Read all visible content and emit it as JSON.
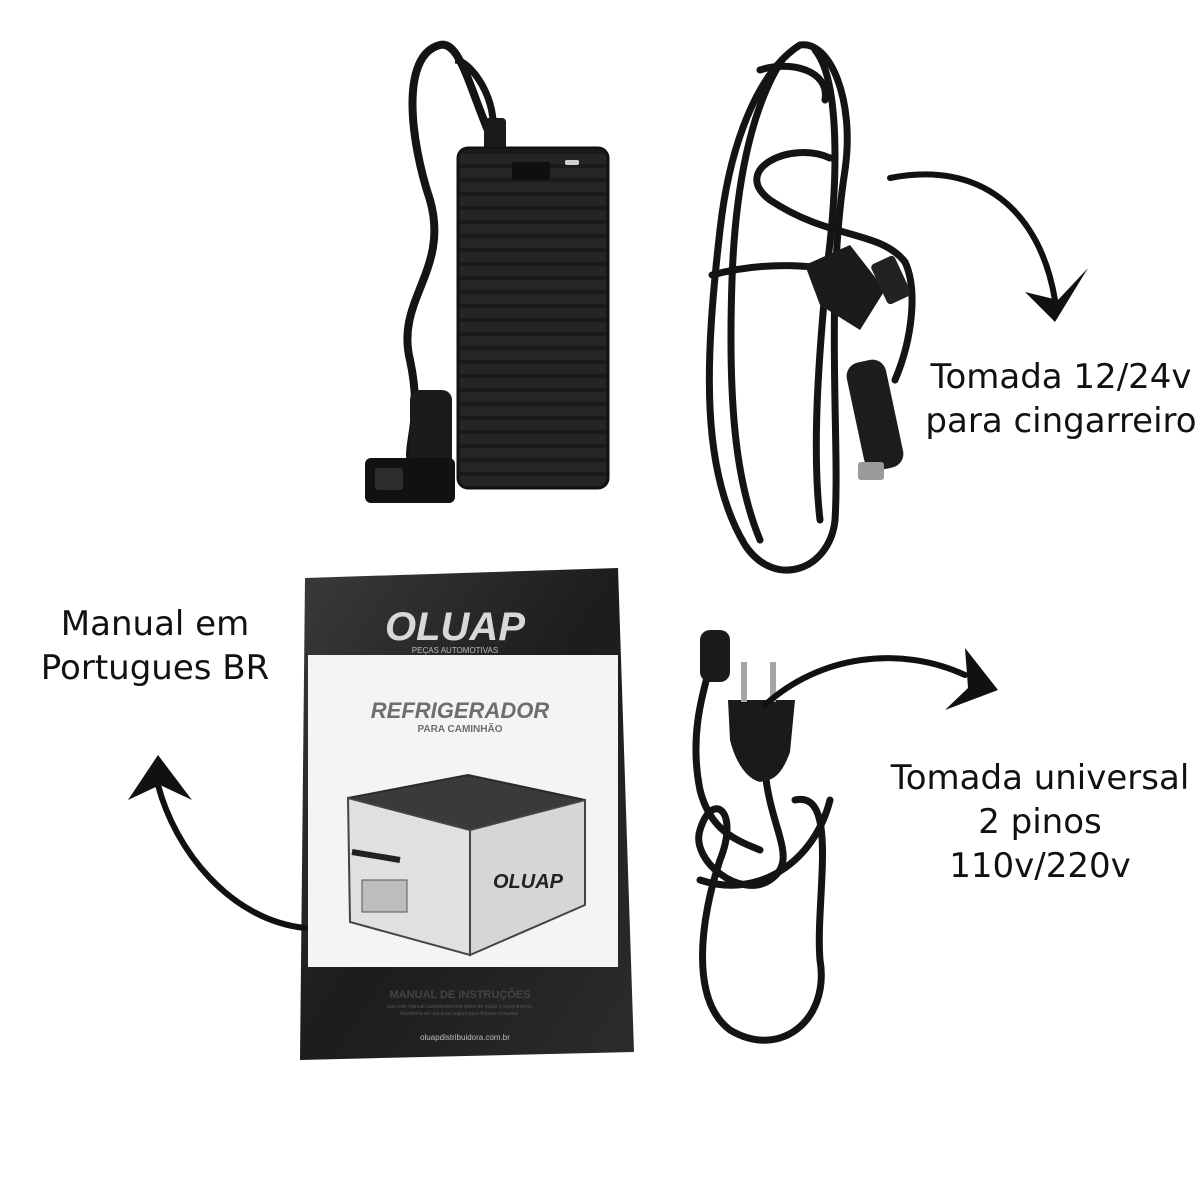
{
  "labels": {
    "cigarette_socket": [
      "Tomada 12/24v",
      "para cingarreiro"
    ],
    "manual": [
      "Manual em",
      "Portugues BR"
    ],
    "universal_plug": [
      "Tomada universal",
      "2 pinos",
      "110v/220v"
    ]
  },
  "manual_booklet": {
    "brand": "OLUAP",
    "brand_subtitle": "PEÇAS AUTOMOTIVAS",
    "title": "REFRIGERADOR",
    "subtitle": "PARA CAMINHÃO",
    "fridge_brand": "OLUAP",
    "section": "MANUAL DE INSTRUÇÕES",
    "note_line1": "Leia este manual cuidadosamente antes de iniciar o equipamento.",
    "note_line2": "Mantenha em um local seguro para futuras consultas.",
    "website": "oluapdistribuidora.com.br"
  },
  "colors": {
    "background": "#ffffff",
    "text": "#111111",
    "cable": "#141414",
    "adapter": "#222222"
  }
}
